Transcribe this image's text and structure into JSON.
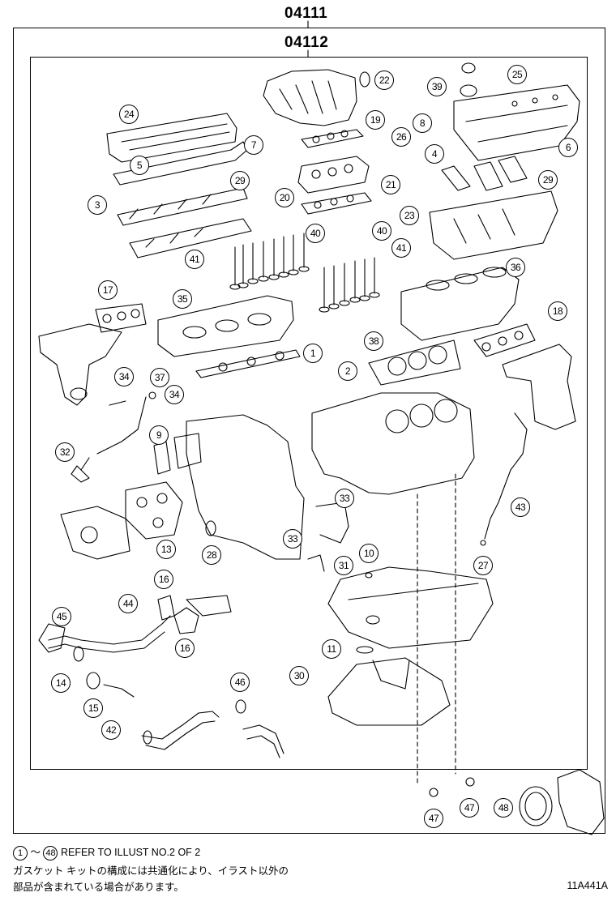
{
  "headers": {
    "outer": "04111",
    "inner": "04112"
  },
  "callouts": [
    "1",
    "2",
    "3",
    "4",
    "5",
    "6",
    "7",
    "8",
    "9",
    "10",
    "11",
    "13",
    "14",
    "15",
    "16",
    "16",
    "17",
    "18",
    "19",
    "20",
    "21",
    "22",
    "23",
    "24",
    "25",
    "26",
    "27",
    "28",
    "29",
    "29",
    "30",
    "31",
    "32",
    "33",
    "33",
    "34",
    "34",
    "35",
    "36",
    "37",
    "38",
    "39",
    "40",
    "40",
    "41",
    "41",
    "42",
    "43",
    "44",
    "45",
    "46",
    "47",
    "47",
    "48"
  ],
  "footer": {
    "range_start": "1",
    "tilde": "～",
    "range_end": "48",
    "refer_text": "REFER TO ILLUST NO.2 OF 2",
    "jp_line1": "ガスケット キットの構成には共通化により、イラスト以外の",
    "jp_line2": "部品が含まれている場合があります。"
  },
  "ref_code": "11A441A"
}
